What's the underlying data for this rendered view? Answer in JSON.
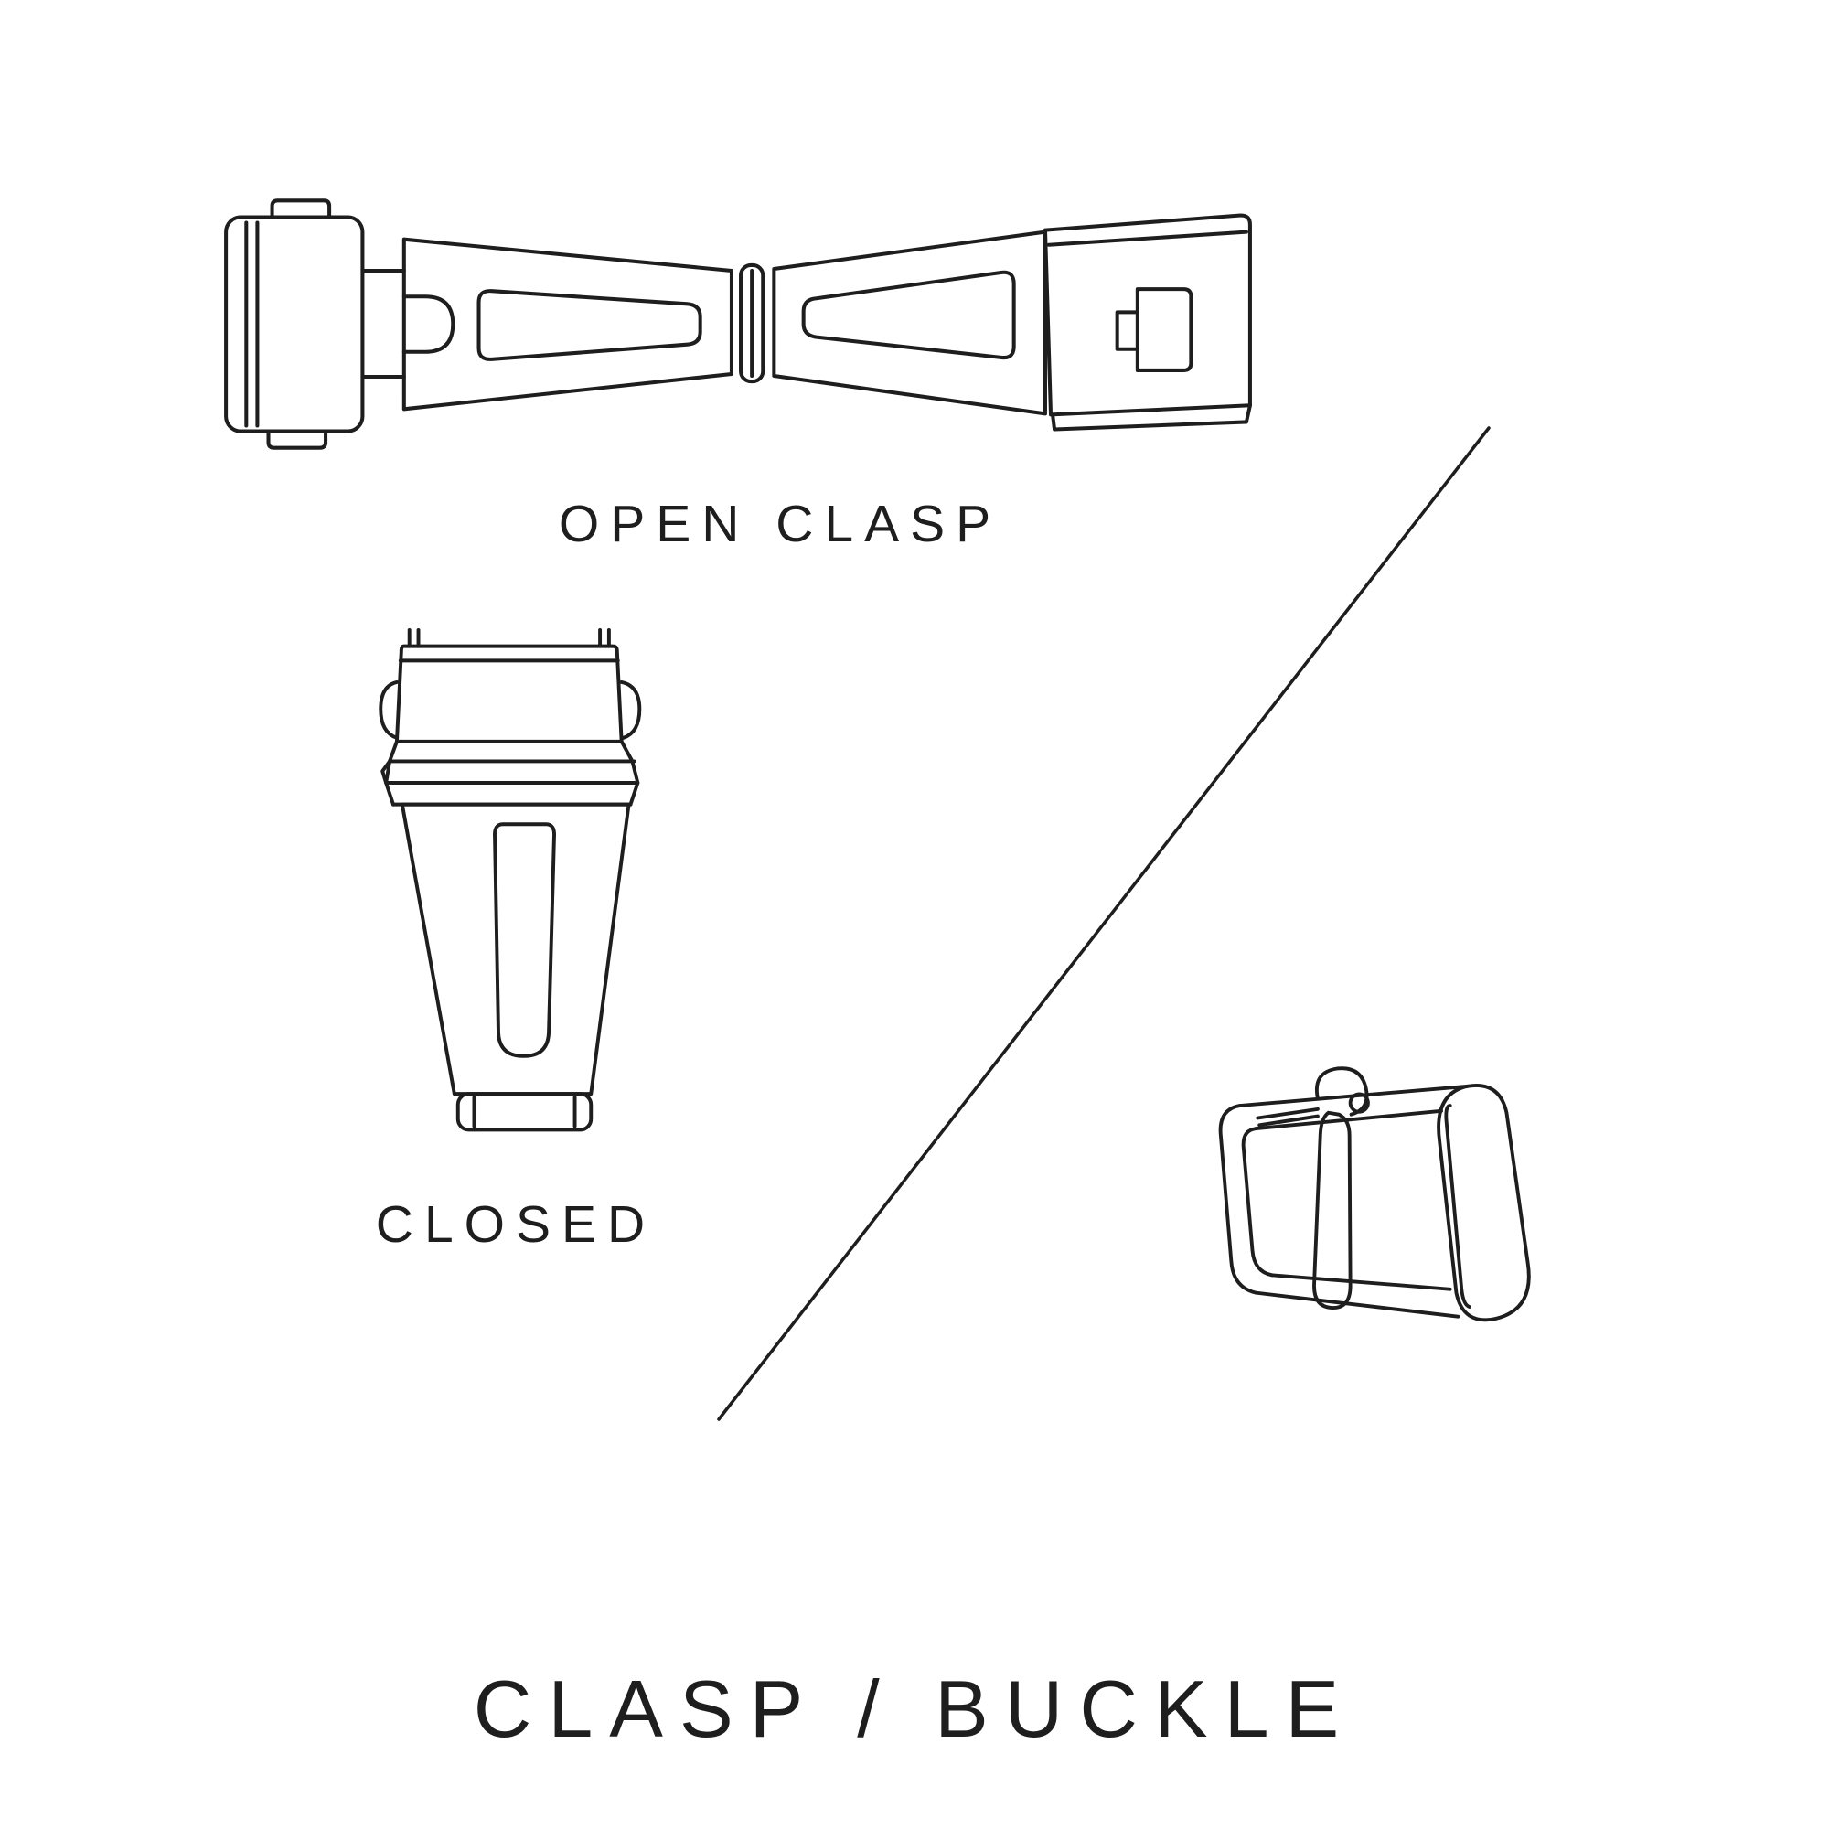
{
  "page": {
    "background": "#ffffff",
    "ink": "#1e1e1e",
    "title": "CLASP / BUCKLE"
  },
  "figures": {
    "open_clasp": {
      "label": "OPEN CLASP"
    },
    "closed_clasp": {
      "label": "CLOSED"
    },
    "pin_buckle": {
      "label": ""
    }
  }
}
